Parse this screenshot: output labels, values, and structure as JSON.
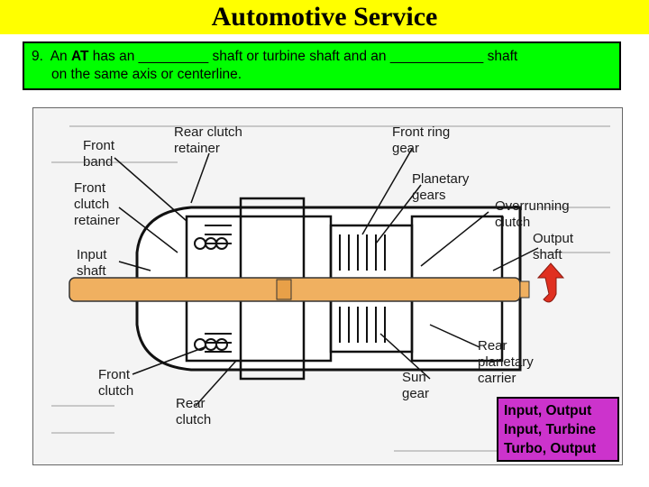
{
  "slide": {
    "title": "Automotive Service"
  },
  "question": {
    "number": "9.",
    "line1_pre": "An ",
    "line1_bold": "AT",
    "line1_post": " has an _________ shaft or turbine shaft and an ____________ shaft",
    "line2": "on the same axis or centerline."
  },
  "figure": {
    "labels": {
      "rear_clutch_retainer": "Rear clutch\nretainer",
      "front_ring_gear": "Front ring\ngear",
      "front_band": "Front\nband",
      "planetary_gears": "Planetary\ngears",
      "front_clutch_retainer": "Front\nclutch\nretainer",
      "overrunning_clutch": "Overrunning\nclutch",
      "input_shaft": "Input\nshaft",
      "output_shaft": "Output\nshaft",
      "rear_planetary_carrier": "Rear\nplanetary\ncarrier",
      "front_clutch": "Front\nclutch",
      "sun_gear": "Sun\ngear",
      "rear_clutch": "Rear\nclutch"
    }
  },
  "answers": {
    "options": [
      "Input, Output",
      "Input, Turbine",
      "Turbo, Output"
    ]
  },
  "colors": {
    "title_bg": "#ffff00",
    "question_bg": "#00ff00",
    "answers_bg": "#cc33cc",
    "shaft": "#f0b060",
    "arrow": "#e03020"
  }
}
